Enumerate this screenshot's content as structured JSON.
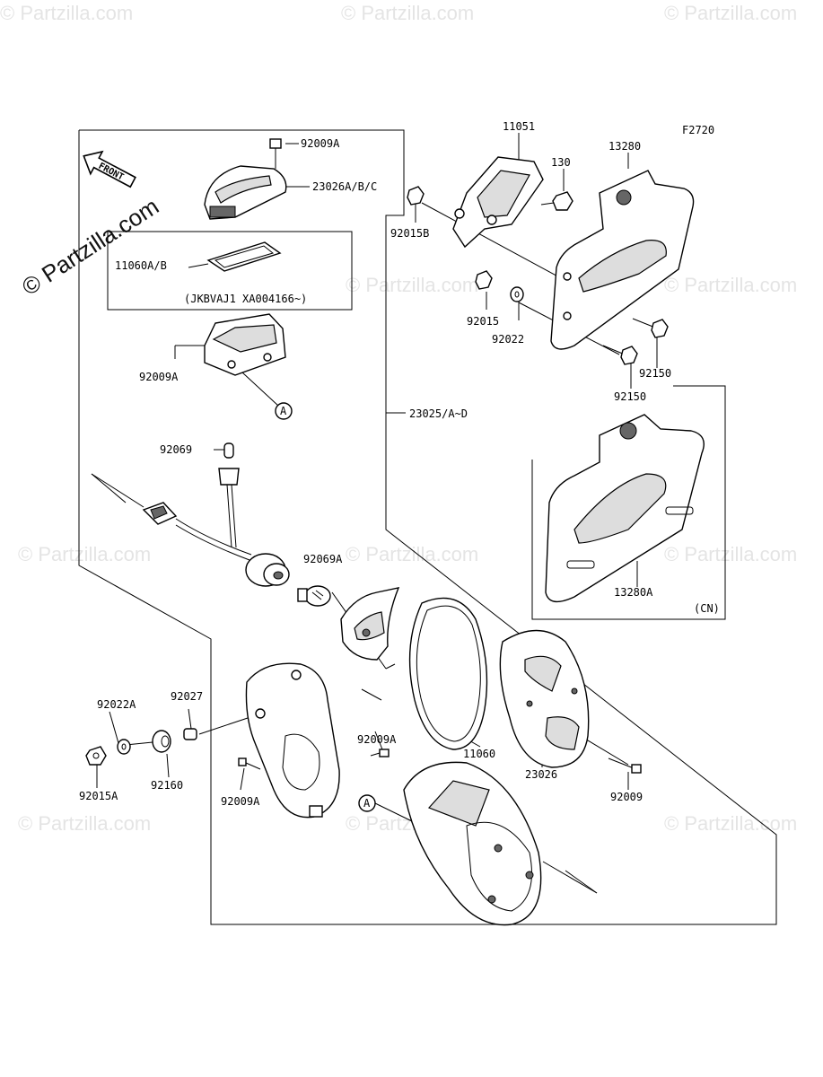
{
  "diagram_code": "F2720",
  "front_label": "FRONT",
  "watermark_main": "© Partzilla.com",
  "watermark_tile": "© Partzilla.com",
  "sub_note": "(JKBVAJ1 XA004166~)",
  "cn_note": "(CN)",
  "callout_letter": "A",
  "labels": {
    "l92009A_top": "92009A",
    "l23026ABC": "23026A/B/C",
    "l11060AB": "11060A/B",
    "l92009A_mid": "92009A",
    "l92069": "92069",
    "l92069A": "92069A",
    "l23025AD": "23025/A~D",
    "l11051": "11051",
    "l130": "130",
    "l13280": "13280",
    "l92015B": "92015B",
    "l92015": "92015",
    "l92022": "92022",
    "l92150_a": "92150",
    "l92150_b": "92150",
    "l13280A": "13280A",
    "l92022A": "92022A",
    "l92027": "92027",
    "l92160": "92160",
    "l92015A": "92015A",
    "l92009A_low": "92009A",
    "l92009A_bot": "92009A",
    "l11060": "11060",
    "l23026": "23026",
    "l92009": "92009"
  }
}
